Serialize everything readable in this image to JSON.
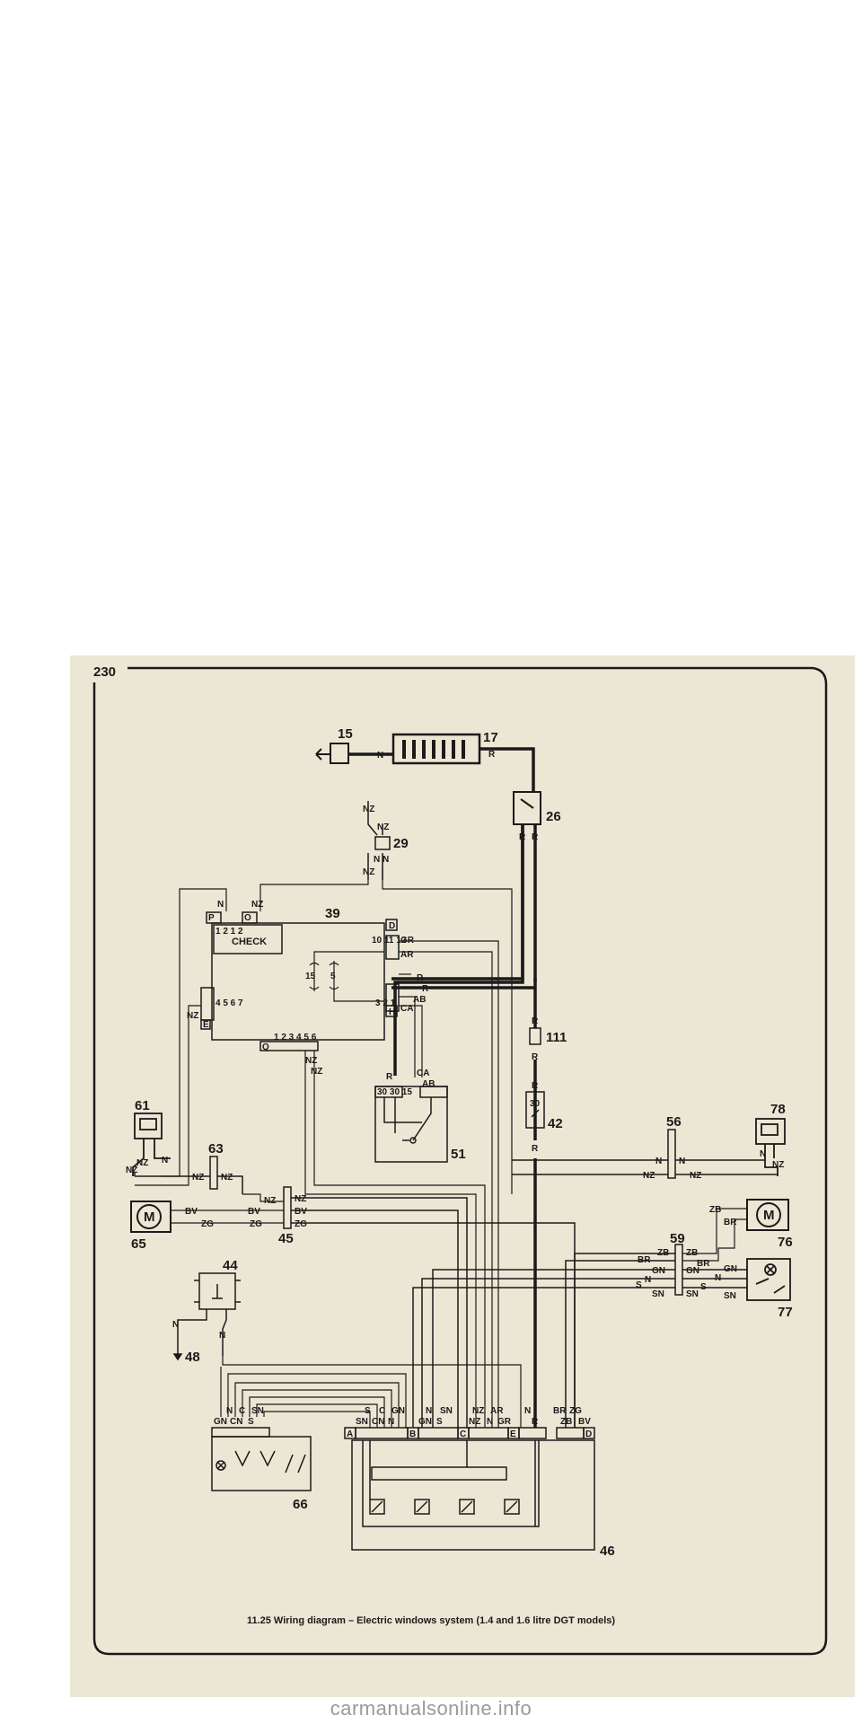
{
  "page": {
    "page_number": "230",
    "caption": "11.25 Wiring diagram – Electric windows system (1.4 and 1.6 litre DGT models)",
    "watermark": "carmanualsonline.info"
  },
  "components": {
    "c15": "15",
    "c17": "17",
    "c26": "26",
    "c29": "29",
    "c39": "39",
    "c111": "111",
    "c42": "42",
    "c51": "51",
    "c61": "61",
    "c63": "63",
    "c65": "65",
    "c45": "45",
    "c44": "44",
    "c48": "48",
    "c56": "56",
    "c78": "78",
    "c76": "76",
    "c59": "59",
    "c77": "77",
    "c66": "66",
    "c46": "46"
  },
  "labels": {
    "check": "CHECK",
    "motor": "M",
    "fuse_15": "15",
    "fuse_5": "5",
    "relay_30": "30",
    "relay_pins": "30 30 15",
    "con_P": "P",
    "con_O": "O",
    "con_D": "D",
    "con_H": "H",
    "con_E": "E",
    "con_Q": "Q",
    "con_A": "A",
    "con_B": "B",
    "con_C": "C",
    "con_Dr": "D",
    "pins_top": "1 2   1 2",
    "pins_bottom": "1 2 3 4 5 6",
    "pins_right_top": "10 11 12",
    "pins_right_mid": "3 2 1",
    "pins_left": "4 5 6 7"
  },
  "wire_colors": {
    "n": "N",
    "nz": "NZ",
    "r": "R",
    "gr": "GR",
    "ar": "AR",
    "ab": "AB",
    "ca": "CA",
    "bv": "BV",
    "zg": "ZG",
    "zb": "ZB",
    "br": "BR",
    "gn": "GN",
    "s": "S",
    "sn": "SN",
    "c": "C",
    "cn": "CN"
  },
  "colors": {
    "paper": "#ece6d4",
    "ink": "#1a1a1a",
    "watermark": "#9a9a9a"
  }
}
